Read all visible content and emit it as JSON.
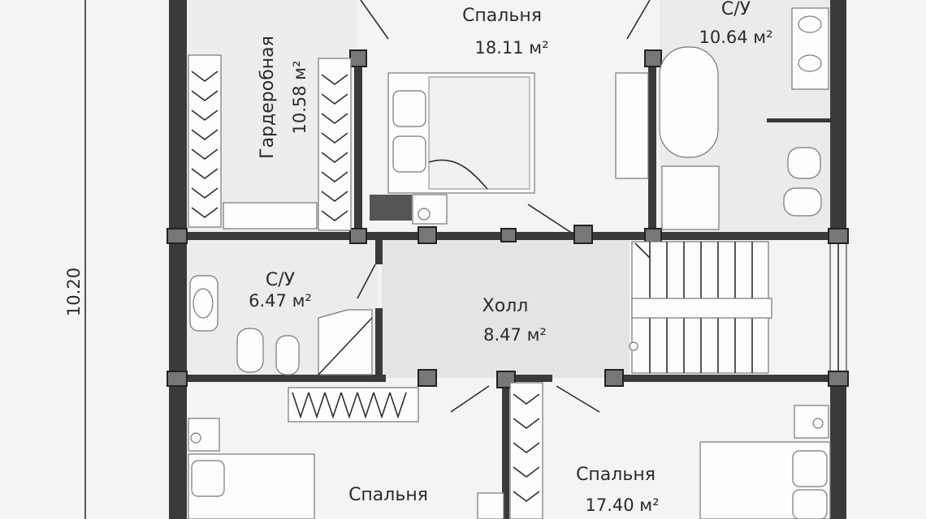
{
  "plan": {
    "dimension_left": "10.20",
    "rooms": [
      {
        "key": "bedroom_top",
        "name": "Спальня",
        "area": "18.11 м²"
      },
      {
        "key": "bath_top",
        "name": "С/У",
        "area": "10.64 м²"
      },
      {
        "key": "wardrobe",
        "name": "Гардеробная",
        "area": "10.58 м²"
      },
      {
        "key": "bath_left",
        "name": "С/У",
        "area": "6.47 м²"
      },
      {
        "key": "hall",
        "name": "Холл",
        "area": "8.47 м²"
      },
      {
        "key": "bedroom_bottom_right",
        "name": "Спальня",
        "area": "17.40 м²"
      },
      {
        "key": "bedroom_bottom_left",
        "name": "Спальня",
        "area": ""
      }
    ],
    "colors": {
      "wall": "#3a3a3a",
      "floor_light": "#f4f4f4",
      "floor_gray": "#e6e6e6",
      "column": "#777777"
    }
  }
}
